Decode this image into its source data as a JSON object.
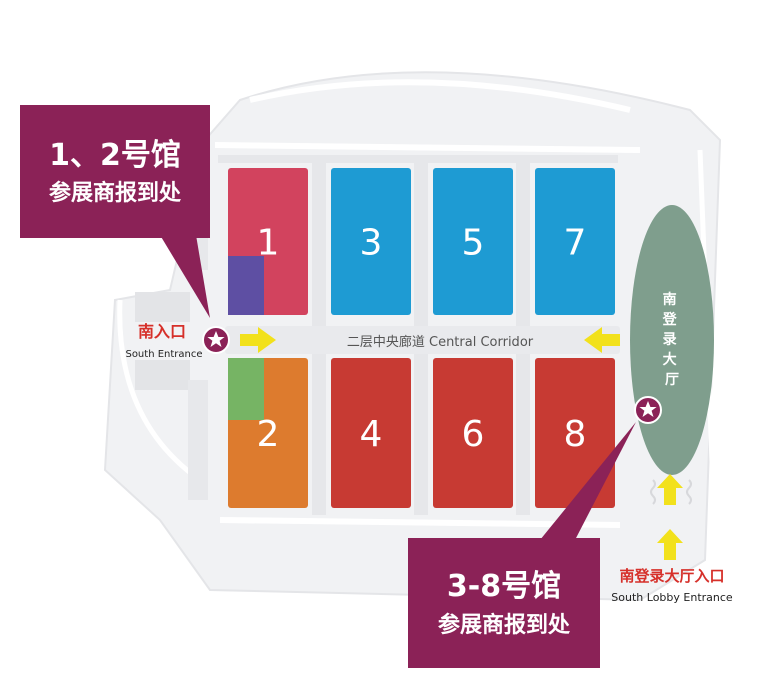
{
  "callouts": {
    "north": {
      "title": "1、2号馆",
      "subtitle": "参展商报到处"
    },
    "south": {
      "title": "3-8号馆",
      "subtitle": "参展商报到处"
    }
  },
  "halls": [
    {
      "label": "1",
      "color": "#d2435e"
    },
    {
      "label": "2",
      "color": "#dd7b2e"
    },
    {
      "label": "3",
      "color": "#1e9bd3"
    },
    {
      "label": "4",
      "color": "#c73a33"
    },
    {
      "label": "5",
      "color": "#1e9bd3"
    },
    {
      "label": "6",
      "color": "#c73a33"
    },
    {
      "label": "7",
      "color": "#1e9bd3"
    },
    {
      "label": "8",
      "color": "#c73a33"
    }
  ],
  "sub_areas": {
    "hall1": "#5e4fa3",
    "hall2": "#76b464"
  },
  "corridor": {
    "label": "二层中央廊道  Central Corridor"
  },
  "lobby": {
    "chars": [
      "南",
      "登",
      "录",
      "大",
      "厅"
    ],
    "color": "#7f9e8d"
  },
  "entrances": {
    "south": {
      "label_cn": "南入口",
      "label_en": "South Entrance"
    },
    "lobby": {
      "label_cn": "南登录大厅入口",
      "label_en": "South Lobby Entrance"
    }
  },
  "colors": {
    "callout": "#8b2257",
    "arrow": "#f2e11c",
    "entrance_text": "#d6302a",
    "marker": "#8b2257"
  },
  "icons": {
    "marker": "star-marker-icon",
    "arrow": "arrow-icon"
  }
}
